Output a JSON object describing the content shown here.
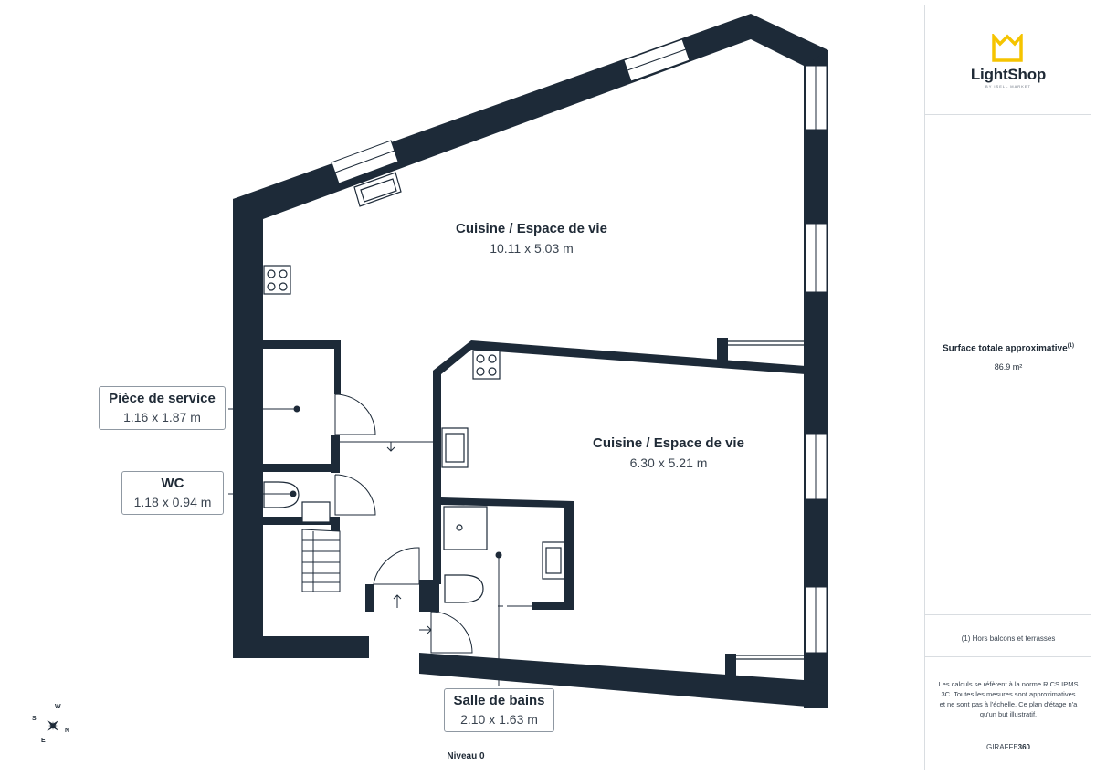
{
  "brand": {
    "name": "LightShop",
    "tagline": "BY ISELL MARKET",
    "accent_color": "#f5c400"
  },
  "summary": {
    "total_area_label": "Surface totale approximative",
    "total_area_footnote_mark": "(1)",
    "total_area_value": "86.9 m²",
    "footnote": "(1) Hors balcons et terrasses",
    "disclaimer": "Les calculs se réfèrent à la norme RICS IPMS 3C. Toutes les mesures sont approximatives et ne sont pas à l'échelle. Ce plan d'étage n'a qu'un but illustratif.",
    "credit_prefix": "GIRAFFE",
    "credit_suffix": "360"
  },
  "level": "Niveau 0",
  "rooms": {
    "living_large": {
      "name": "Cuisine / Espace de vie",
      "dims": "10.11 x 5.03 m"
    },
    "living_small": {
      "name": "Cuisine / Espace de vie",
      "dims": "6.30 x 5.21 m"
    },
    "service": {
      "name": "Pièce de service",
      "dims": "1.16 x 1.87 m"
    },
    "wc": {
      "name": "WC",
      "dims": "1.18 x 0.94 m"
    },
    "bathroom": {
      "name": "Salle de bains",
      "dims": "2.10 x 1.63 m"
    }
  },
  "compass": {
    "n": "N",
    "s": "S",
    "e": "E",
    "w": "W"
  },
  "colors": {
    "wall": "#1d2a38",
    "line": "#1f2a36",
    "border": "#d9dde1"
  }
}
